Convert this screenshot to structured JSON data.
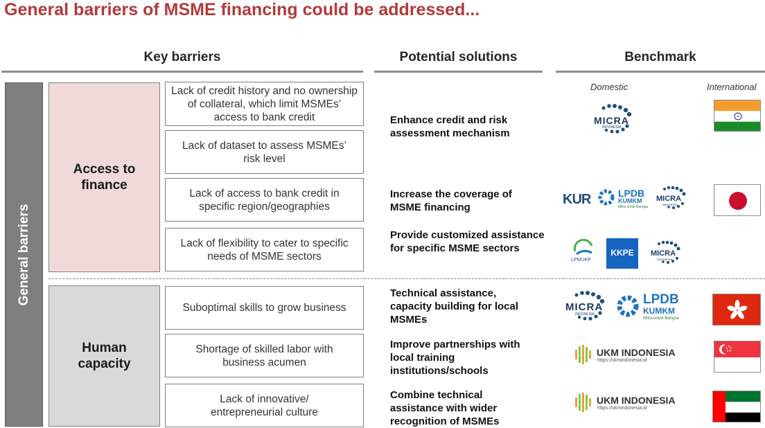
{
  "title": "General barriers of MSME financing could be addressed...",
  "headers": {
    "barriers": "Key barriers",
    "solutions": "Potential solutions",
    "benchmark": "Benchmark"
  },
  "benchmark_sub": {
    "domestic": "Domestic",
    "international": "International"
  },
  "side_label": "General barriers",
  "categories": [
    {
      "label": "Access to finance",
      "color": "#f2d9d9"
    },
    {
      "label": "Human capacity",
      "color": "#d9d9d9"
    }
  ],
  "barriers": [
    "Lack of credit history and no ownership of collateral, which limit MSMEs’ access to bank credit",
    "Lack of dataset to assess MSMEs’ risk level",
    "Lack of access to bank credit in specific region/geographies",
    "Lack of flexibility to cater to specific needs of MSME sectors",
    "Suboptimal skills to grow business",
    "Shortage of skilled labor with business acumen",
    "Lack of innovative/ entrepreneurial culture"
  ],
  "solutions": [
    "Enhance credit and risk assessment mechanism",
    "Increase the coverage of MSME financing",
    "Provide customized assistance for specific MSME sectors",
    "Technical assistance, capacity building for local MSMEs",
    "Improve partnerships with local training institutions/schools",
    "Combine technical assistance with wider recognition of MSMEs"
  ],
  "logos": {
    "micra": "MICRA",
    "micra_sub": "INDONESIA",
    "kur": "KUR",
    "lpdb": "LPDB",
    "lpdb_sub": "KUMKM",
    "lpdb_tag": "Mitra untuk Bangsa",
    "lpmukp": "LPMUKP",
    "kkpe": "KKPE",
    "ukm": "UKM INDONESIA",
    "ukm_url": "https://ukmindonesia.id"
  },
  "flags": [
    "india-flag",
    "japan-flag",
    "hong-kong-flag",
    "singapore-flag",
    "uae-flag"
  ],
  "colors": {
    "title": "#b33a3a",
    "micra_blue": "#1f4e79",
    "lpdb_blue": "#1e73be",
    "kkpe_blue": "#1565c0"
  }
}
